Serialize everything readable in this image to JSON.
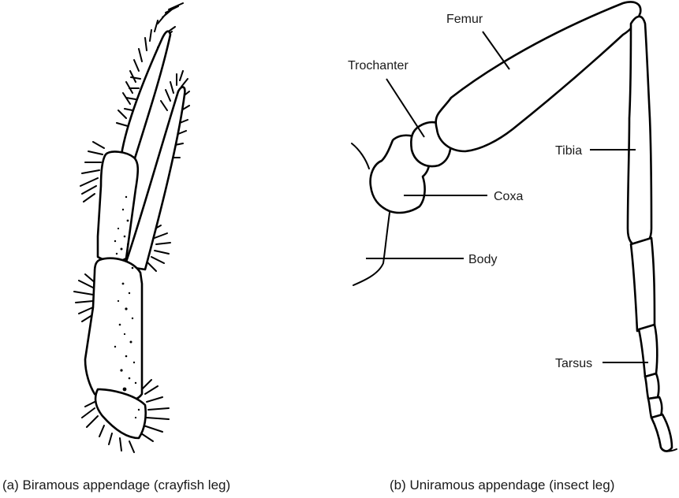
{
  "figure": {
    "part_a": {
      "caption": "(a) Biramous appendage (crayfish leg)"
    },
    "part_b": {
      "caption": "(b) Uniramous appendage (insect leg)",
      "labels": {
        "femur": "Femur",
        "trochanter": "Trochanter",
        "tibia": "Tibia",
        "coxa": "Coxa",
        "body": "Body",
        "tarsus": "Tarsus"
      }
    }
  }
}
